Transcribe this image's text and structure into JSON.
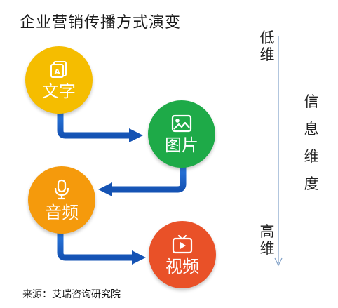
{
  "title": "企业营销传播方式演变",
  "stages": [
    {
      "label": "文字",
      "icon": "text-document-icon",
      "color": "#f5bd00"
    },
    {
      "label": "图片",
      "icon": "image-icon",
      "color": "#1eaa48"
    },
    {
      "label": "音频",
      "icon": "microphone-icon",
      "color": "#f59a0c"
    },
    {
      "label": "视频",
      "icon": "tv-play-icon",
      "color": "#e95128"
    }
  ],
  "axis": {
    "low_label": "低维",
    "high_label": "高维",
    "dimension_label": "信息维度"
  },
  "source": "来源：艾瑞咨询研究院",
  "colors": {
    "arrow": "#1a63c9",
    "axis": "#7f9fc7"
  }
}
